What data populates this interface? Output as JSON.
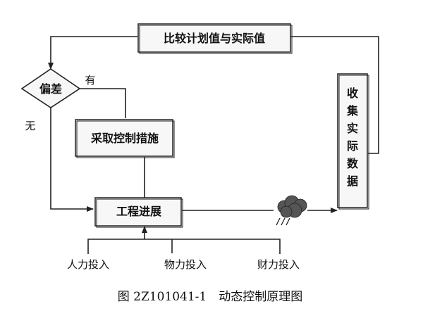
{
  "diagram": {
    "compare_box": "比较计划值与实际值",
    "decision": "偏差",
    "yes_label": "有",
    "no_label": "无",
    "action_box": "采取控制措施",
    "progress_box": "工程进展",
    "collect_chars": [
      "收",
      "集",
      "实",
      "际",
      "数",
      "据"
    ],
    "inputs": [
      "人力投入",
      "物力投入",
      "财力投入"
    ],
    "caption": "图 2Z101041-1　动态控制原理图"
  }
}
